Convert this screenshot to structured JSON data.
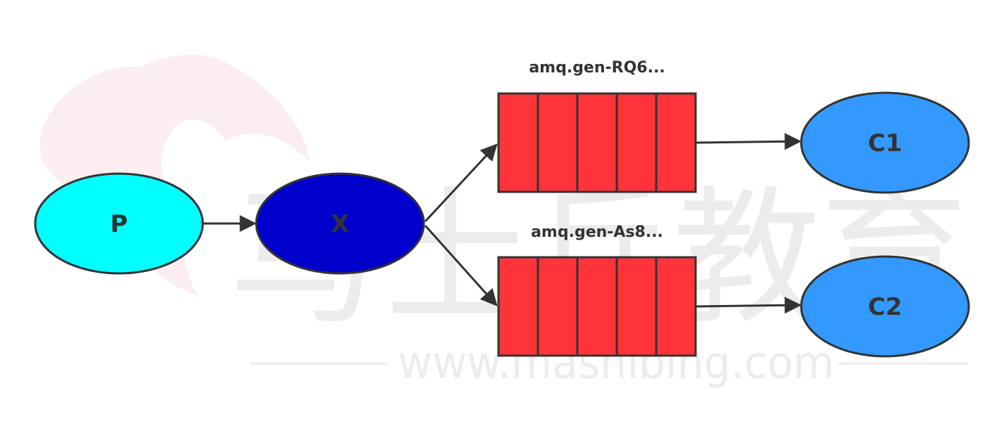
{
  "colors": {
    "producer": "#00ffff",
    "exchange": "#0000cc",
    "queue": "#ff333a",
    "consumer": "#3399ff",
    "stroke": "#333333",
    "text": "#333333",
    "watermark": "#ececec",
    "watermark_logo": "#f7dfe4"
  },
  "nodes": {
    "producer": {
      "label": "P"
    },
    "exchange": {
      "label": "X"
    },
    "queue1": {
      "label": "amq.gen-RQ6...",
      "slots": 5
    },
    "queue2": {
      "label": "amq.gen-As8...",
      "slots": 5
    },
    "consumer1": {
      "label": "C1"
    },
    "consumer2": {
      "label": "C2"
    }
  },
  "edges": [
    {
      "from": "producer",
      "to": "exchange"
    },
    {
      "from": "exchange",
      "to": "queue1"
    },
    {
      "from": "exchange",
      "to": "queue2"
    },
    {
      "from": "queue1",
      "to": "consumer1"
    },
    {
      "from": "queue2",
      "to": "consumer2"
    }
  ],
  "watermark": {
    "chars": "马士兵教育",
    "url": "www.mashibing.com"
  }
}
